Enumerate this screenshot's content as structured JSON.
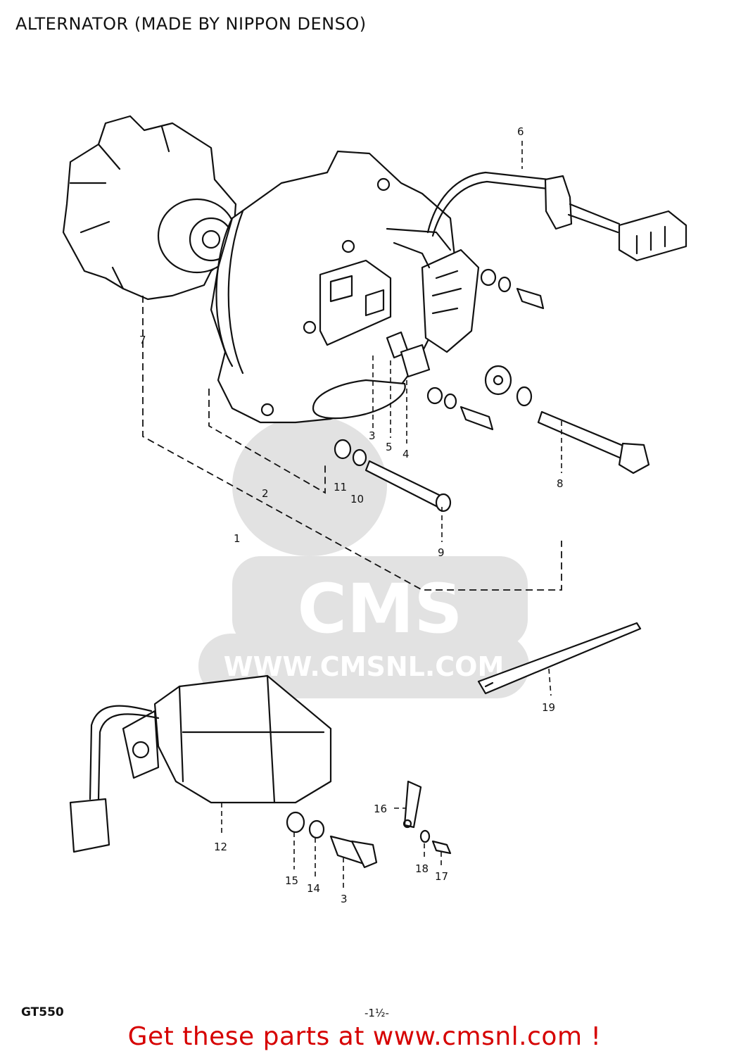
{
  "title": "ALTERNATOR (MADE BY NIPPON DENSO)",
  "model_code": "GT550",
  "page_number": "-1½-",
  "footer_text": "Get these parts at www.cmsnl.com !",
  "watermark": {
    "logo_text": "CMS",
    "url_text": "WWW.CMSNL.COM"
  },
  "callouts": [
    "1",
    "2",
    "3",
    "4",
    "5",
    "6",
    "7",
    "8",
    "9",
    "10",
    "11",
    "12",
    "3",
    "14",
    "15",
    "16",
    "17",
    "18",
    "19"
  ]
}
